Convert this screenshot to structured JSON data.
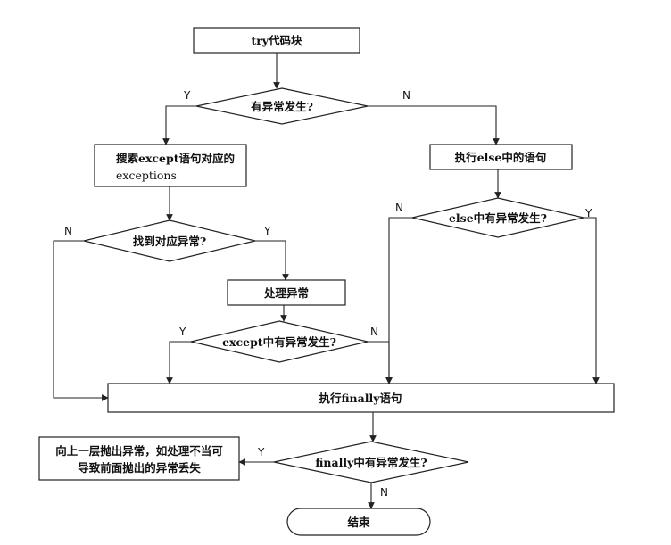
{
  "nodes": {
    "try_block": "try代码块",
    "has_exception": "有异常发生?",
    "search_except_line1": "搜索except语句对应的",
    "search_except_line2": "exceptions",
    "exec_else": "执行else中的语句",
    "found_matching": "找到对应异常?",
    "else_has_exception": "else中有异常发生?",
    "handle_exception": "处理异常",
    "except_has_exception": "except中有异常发生?",
    "exec_finally": "执行finally语句",
    "raise_up_line1": "向上一层抛出异常，如处理不当可",
    "raise_up_line2": "导致前面抛出的异常丢失",
    "finally_has_exception": "finally中有异常发生?",
    "end": "结束"
  },
  "edge_labels": {
    "has_exception_yes": "Y",
    "has_exception_no": "N",
    "found_no": "N",
    "found_yes": "Y",
    "else_exc_no": "N",
    "else_exc_yes": "Y",
    "except_exc_yes": "Y",
    "except_exc_no": "N",
    "finally_exc_yes": "Y",
    "finally_exc_no": "N"
  }
}
